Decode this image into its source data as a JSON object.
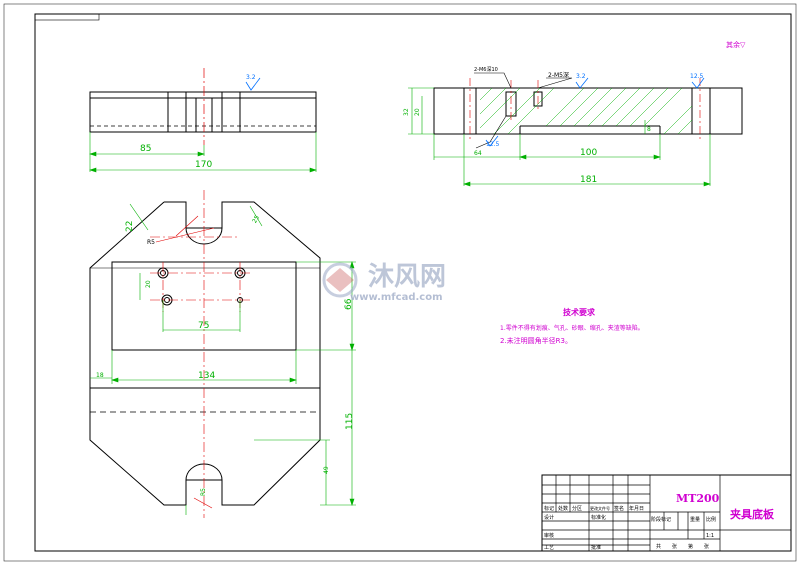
{
  "top_view": {
    "dims": {
      "width_half": "85",
      "width_total": "170"
    },
    "roughness": "3.2"
  },
  "section_view": {
    "dims": {
      "height_outer": "32",
      "height_inner": "20",
      "left": "64",
      "pocket": "100",
      "total": "181",
      "depth": "8"
    },
    "callouts": {
      "counterbore": "2-M6深10",
      "tapped": "2-M5深",
      "roughness_a": "3.2",
      "roughness_b": "12.5",
      "roughness_c": "12.5"
    }
  },
  "general_roughness": "其余▽",
  "plan_view": {
    "dims": {
      "slot_width": "22",
      "slot_right": "25",
      "hole_spacing": "75",
      "hole_vert": "20",
      "left_offset": "18",
      "inner_width": "134",
      "pocket_height": "66",
      "total_height": "115",
      "lower_height": "49",
      "bottom_slot": "R5"
    },
    "leader_label": "R5"
  },
  "notes": {
    "title": "技术要求",
    "items": [
      "1.零件不得有划痕、气孔、砂眼、缩孔、夹渣等缺陷。",
      "2.未注明圆角半径R3。"
    ]
  },
  "watermark": {
    "cn": "沐风网",
    "url": "www.mfcad.com"
  },
  "title_block": {
    "code": "MT200",
    "part_name": "夹具底板",
    "header_cells": [
      "标记",
      "处数",
      "分区",
      "更改文件号",
      "签名",
      "年月日"
    ],
    "role_cells": [
      "设计",
      "标准化",
      "审核",
      "工艺",
      "批准"
    ],
    "stage_cells": [
      "阶段标记",
      "重量",
      "比例"
    ],
    "scale": "1:1",
    "sheet_cells": [
      "共",
      "张",
      "第",
      "张"
    ]
  }
}
